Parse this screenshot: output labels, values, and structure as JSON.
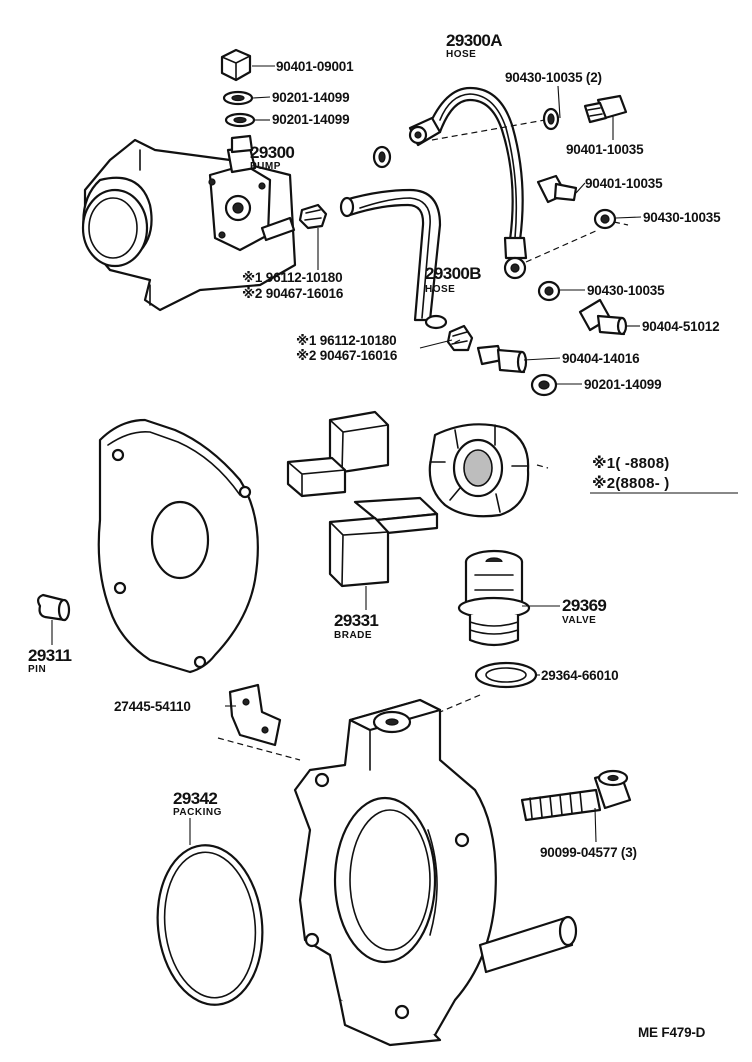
{
  "diagram": {
    "callouts": {
      "p90401_09001": "90401-09001",
      "p90201_14099_a": "90201-14099",
      "p90201_14099_b": "90201-14099",
      "p29300": "29300",
      "p29300_sub": "PUMP",
      "p29300a": "29300A",
      "p29300a_sub": "HOSE",
      "p90430_10035_2": "90430-10035 (2)",
      "p90401_10035_a": "90401-10035",
      "p90401_10035_b": "90401-10035",
      "p90430_10035_a": "90430-10035",
      "p90430_10035_b": "90430-10035",
      "p90404_51012": "90404-51012",
      "p29300b": "29300B",
      "p29300b_sub": "HOSE",
      "p96112_a": "※1 96112-10180",
      "p90467_a": "※2 90467-16016",
      "p96112_b": "※1 96112-10180",
      "p90467_b": "※2 90467-16016",
      "p90404_14016": "90404-14016",
      "p90201_14099_c": "90201-14099",
      "p29331": "29331",
      "p29331_sub": "BRADE",
      "p29369": "29369",
      "p29369_sub": "VALVE",
      "p29311": "29311",
      "p29311_sub": "PIN",
      "p29364_66010": "29364-66010",
      "p27445_54110": "27445-54110",
      "p29342": "29342",
      "p29342_sub": "PACKING",
      "p90099_04577": "90099-04577 (3)"
    },
    "notes": {
      "n1": "※1(        -8808)",
      "n2": "※2(8808-        )"
    },
    "footer_code": "ME  F479-D"
  }
}
